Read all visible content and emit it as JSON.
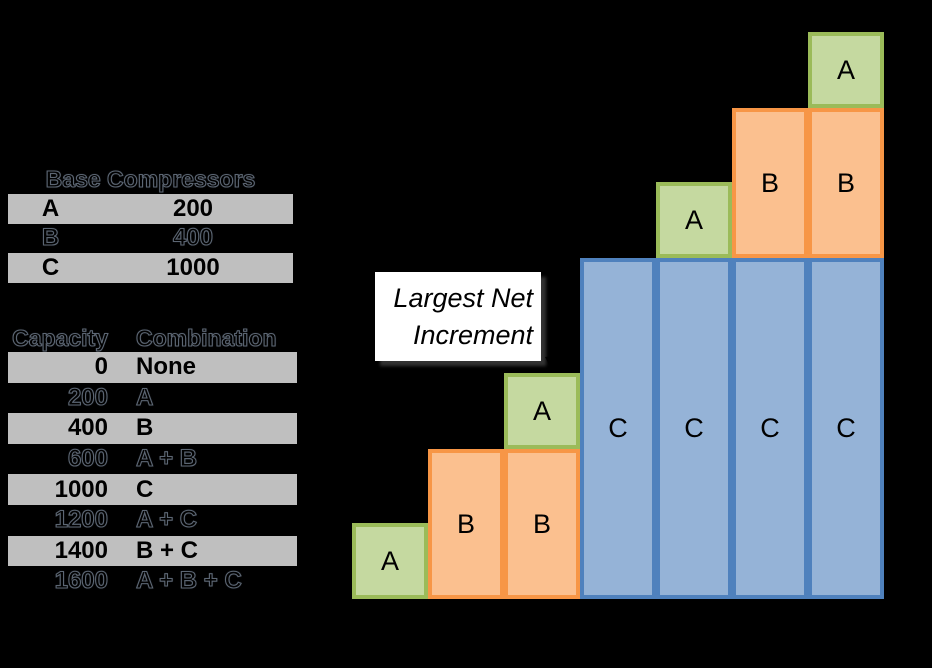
{
  "canvas": {
    "background": "#000000"
  },
  "base_table": {
    "title": "Base Compressors",
    "rows": [
      {
        "label": "A",
        "value": "200",
        "banded": true
      },
      {
        "label": "B",
        "value": "400",
        "banded": false
      },
      {
        "label": "C",
        "value": "1000",
        "banded": true
      }
    ]
  },
  "capacity_table": {
    "header_capacity": "Capacity",
    "header_combination": "Combination",
    "rows": [
      {
        "capacity": "0",
        "combination": "None",
        "banded": true
      },
      {
        "capacity": "200",
        "combination": "A",
        "banded": false
      },
      {
        "capacity": "400",
        "combination": "B",
        "banded": true
      },
      {
        "capacity": "600",
        "combination": "A + B",
        "banded": false
      },
      {
        "capacity": "1000",
        "combination": "C",
        "banded": true
      },
      {
        "capacity": "1200",
        "combination": "A + C",
        "banded": false
      },
      {
        "capacity": "1400",
        "combination": "B + C",
        "banded": true
      },
      {
        "capacity": "1600",
        "combination": "A + B + C",
        "banded": false
      }
    ]
  },
  "callout": {
    "line1": "Largest Net",
    "line2": "Increment"
  },
  "colors": {
    "background": "#000000",
    "band_gray": "#BFBFBF",
    "callout_bg": "#FFFFFF",
    "text": "#000000",
    "green_fill": "#C5D9A0",
    "green_border": "#9BBB59",
    "orange_fill": "#FBC08F",
    "orange_border": "#F79646",
    "blue_fill": "#95B3D7",
    "blue_border": "#4F81BD"
  },
  "chart_data": {
    "type": "bar",
    "stacked": true,
    "title": "",
    "xlabel": "",
    "ylabel": "",
    "axes_visible": false,
    "legend": "none",
    "categories": [
      200,
      400,
      600,
      1000,
      1200,
      1400,
      1600
    ],
    "unit_values": {
      "A": 200,
      "B": 400,
      "C": 1000
    },
    "unit_colors": {
      "A": {
        "fill": "#C5D9A0",
        "border": "#9BBB59"
      },
      "B": {
        "fill": "#FBC08F",
        "border": "#F79646"
      },
      "C": {
        "fill": "#95B3D7",
        "border": "#4F81BD"
      }
    },
    "block_labels": {
      "A": "A",
      "B": "B",
      "C": "C"
    },
    "bars": [
      {
        "total": 200,
        "stack": [
          "A"
        ]
      },
      {
        "total": 400,
        "stack": [
          "B"
        ]
      },
      {
        "total": 600,
        "stack": [
          "B",
          "A"
        ]
      },
      {
        "total": 1000,
        "stack": [
          "C"
        ]
      },
      {
        "total": 1200,
        "stack": [
          "C",
          "A"
        ]
      },
      {
        "total": 1400,
        "stack": [
          "C",
          "B"
        ]
      },
      {
        "total": 1600,
        "stack": [
          "C",
          "B",
          "A"
        ]
      }
    ],
    "annotation": {
      "text": "Largest Net Increment",
      "increment_value": 400,
      "between_totals": [
        600,
        1000
      ]
    }
  }
}
